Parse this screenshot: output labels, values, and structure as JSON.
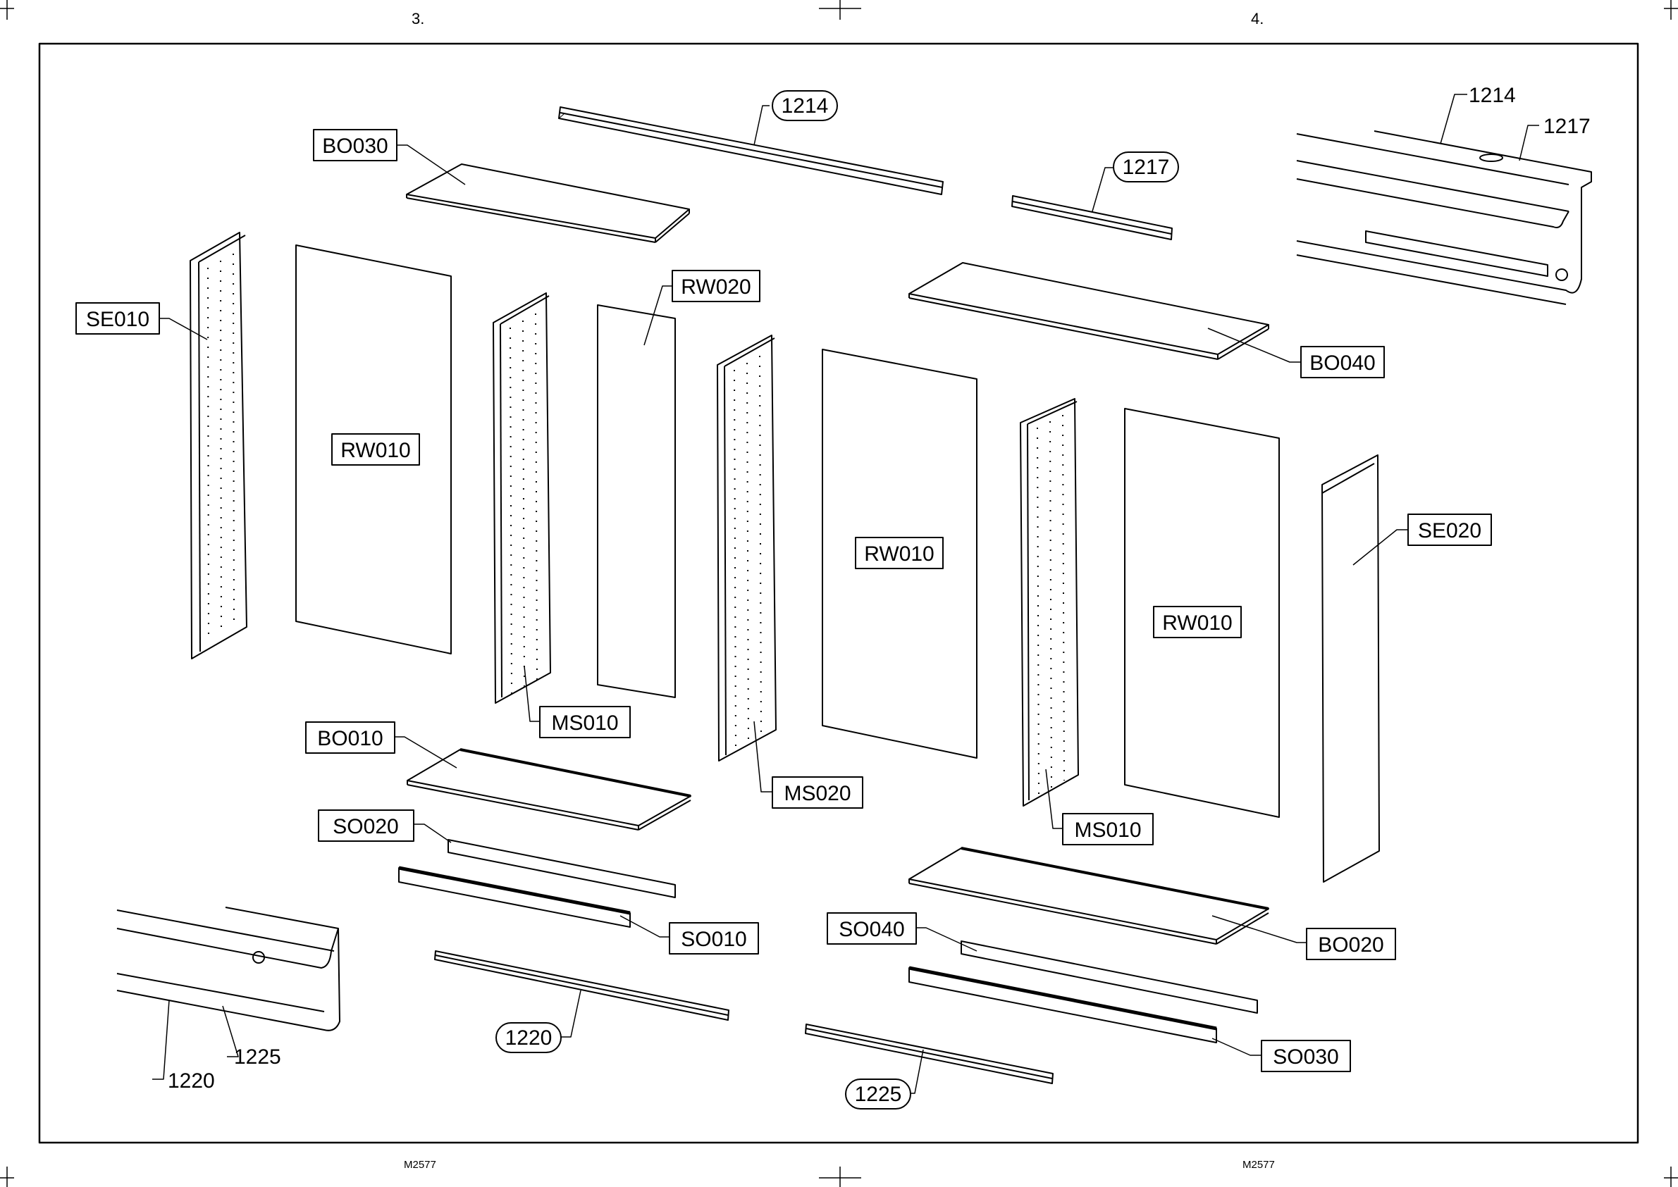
{
  "header": {
    "left_page": "3.",
    "right_page": "4."
  },
  "footer": {
    "left_code": "M2577",
    "right_code": "M2577"
  },
  "labels": {
    "c1214_top": "1214",
    "c1217_top": "1217",
    "c1220_bottom": "1220",
    "c1225_bottom": "1225",
    "d1214": "1214",
    "d1217": "1217",
    "d1220": "1220",
    "d1225": "1225",
    "bo030": "BO030",
    "bo040": "BO040",
    "bo010": "BO010",
    "bo020": "BO020",
    "se010": "SE010",
    "se020": "SE020",
    "rw020": "RW020",
    "rw010_a": "RW010",
    "rw010_b": "RW010",
    "rw010_c": "RW010",
    "ms010_a": "MS010",
    "ms010_b": "MS010",
    "ms020": "MS020",
    "so020": "SO020",
    "so010": "SO010",
    "so040": "SO040",
    "so030": "SO030"
  }
}
